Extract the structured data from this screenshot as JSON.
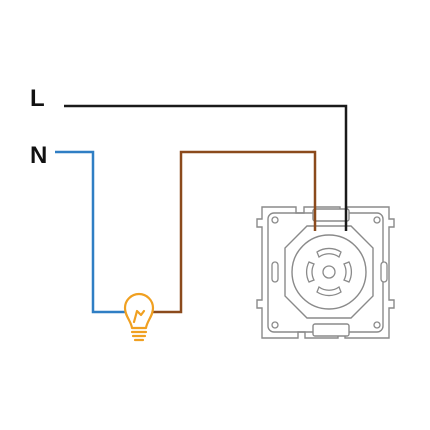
{
  "terminals": {
    "live": "L",
    "neutral": "N"
  },
  "colors": {
    "live_wire": "#1a1a1a",
    "neutral_wire": "#2f7ec4",
    "switched_wire": "#8b4a1c",
    "bulb": "#f0a021",
    "device_outline": "#8a8a8a"
  },
  "icons": {
    "load": "light-bulb-icon",
    "device": "dimmer-switch-insert"
  }
}
